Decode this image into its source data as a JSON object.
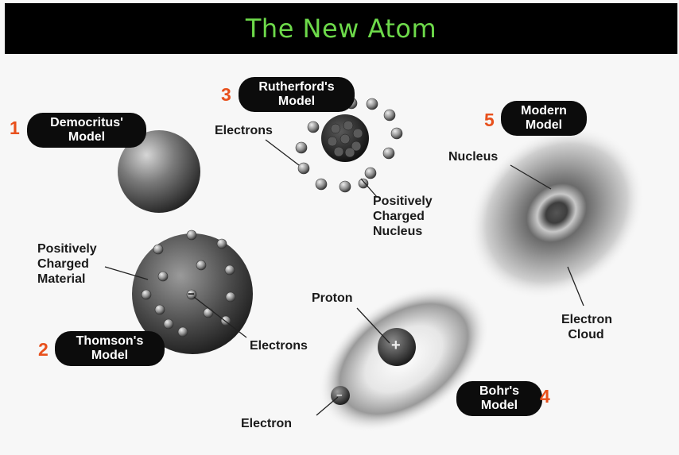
{
  "title": "The New Atom",
  "models": [
    {
      "number": "1",
      "name_line1": "Democritus'",
      "name_line2": "Model"
    },
    {
      "number": "2",
      "name_line1": "Thomson's",
      "name_line2": "Model"
    },
    {
      "number": "3",
      "name_line1": "Rutherford's",
      "name_line2": "Model"
    },
    {
      "number": "4",
      "name_line1": "Bohr's",
      "name_line2": "Model"
    },
    {
      "number": "5",
      "name_line1": "Modern",
      "name_line2": "Model"
    }
  ],
  "labels": {
    "electrons": "Electrons",
    "positively": "Positively",
    "charged": "Charged",
    "nucleus": "Nucleus",
    "material": "Material",
    "proton": "Proton",
    "electron": "Electron",
    "cloud": "Cloud"
  },
  "symbols": {
    "minus": "−",
    "plus": "+"
  },
  "colors": {
    "title": "#6dd94a",
    "number": "#e8501c",
    "pill": "#0c0c0c"
  }
}
